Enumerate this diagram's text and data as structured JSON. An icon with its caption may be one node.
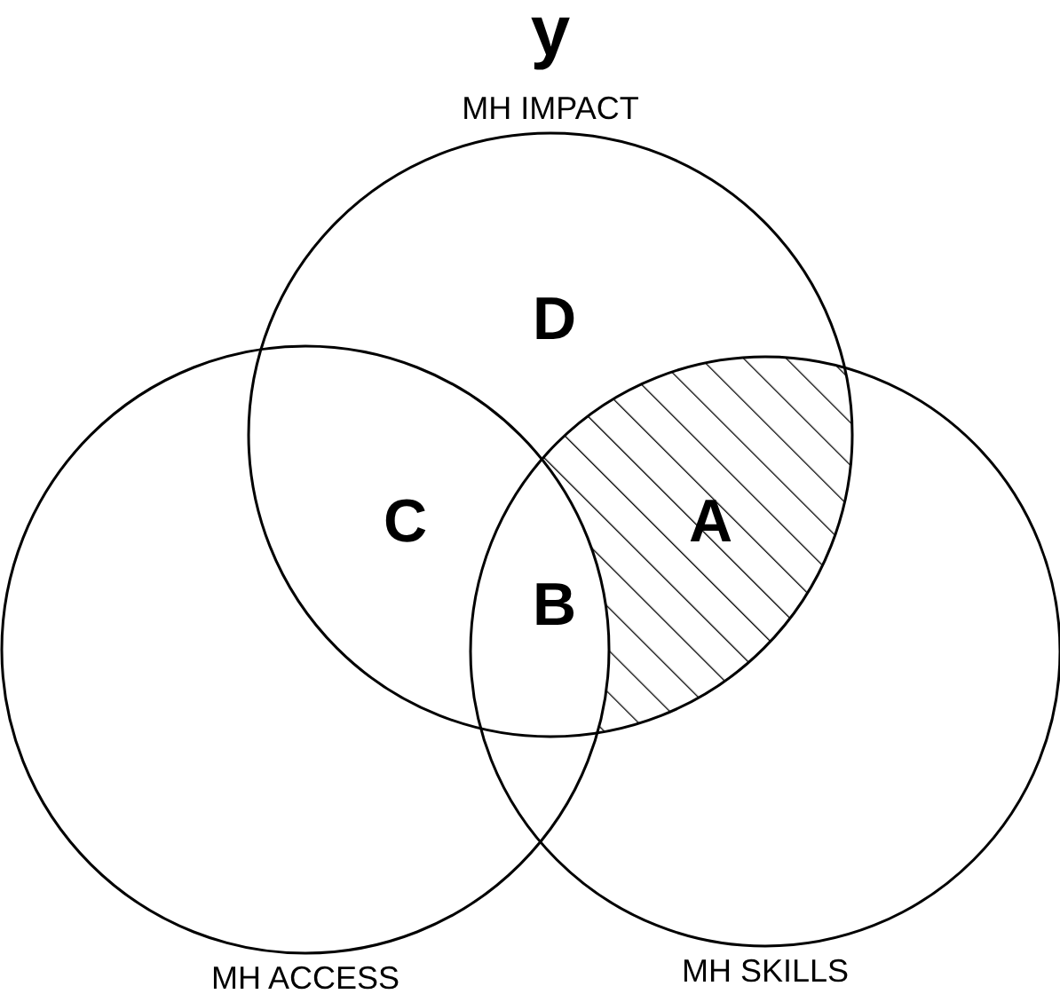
{
  "diagram": {
    "title": "y",
    "nodes": [
      {
        "text": [
          "MH IMPACT"
        ]
      },
      {
        "text": [
          "MH ACCESS"
        ]
      },
      {
        "text": [
          "MH SKILLS"
        ]
      }
    ],
    "labels": [
      "D",
      "C",
      "B",
      "A"
    ]
  }
}
